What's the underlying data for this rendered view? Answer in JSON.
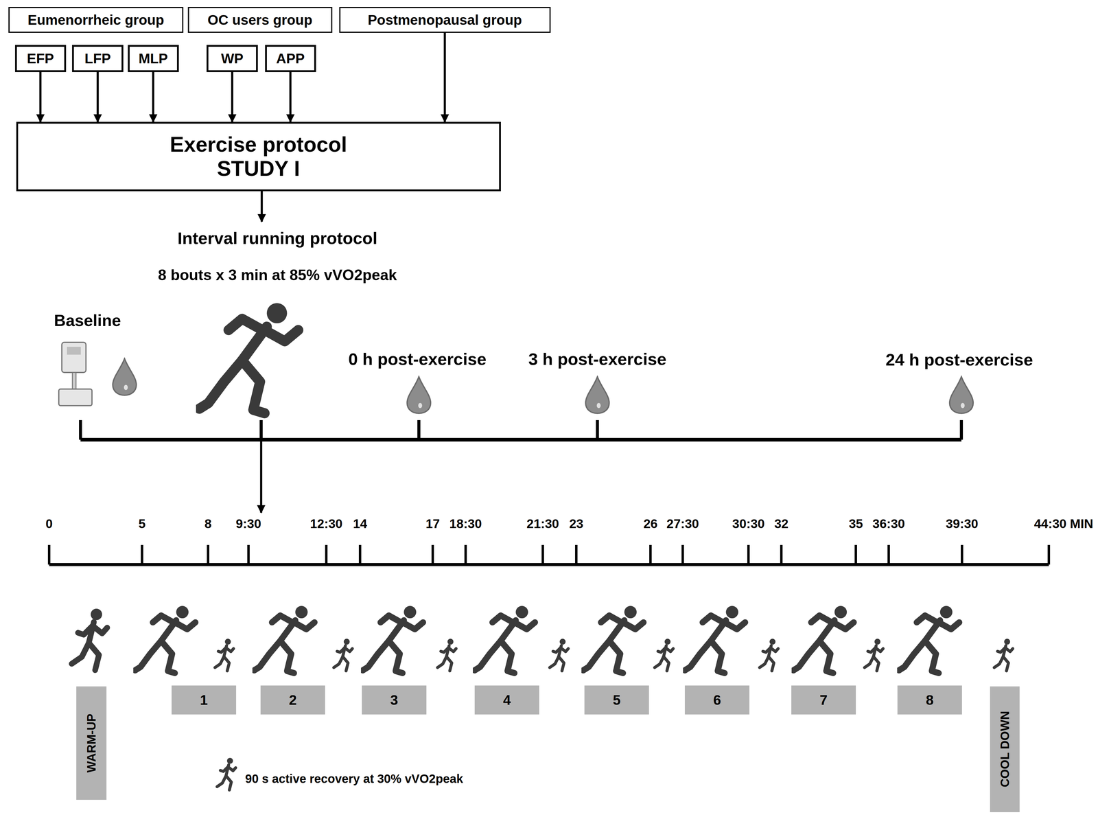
{
  "diagram": {
    "nodes": [
      {
        "text": [
          "Eumenorrheic group"
        ]
      },
      {
        "text": [
          "OC users group"
        ]
      },
      {
        "text": [
          "Postmenopausal group"
        ]
      },
      {
        "text": [
          "EFP"
        ]
      },
      {
        "text": [
          "LFP"
        ]
      },
      {
        "text": [
          "MLP"
        ]
      },
      {
        "text": [
          "WP"
        ]
      },
      {
        "text": [
          "APP"
        ]
      },
      {
        "text": [
          "Exercise protocol",
          "STUDY I"
        ]
      },
      {
        "text": [
          "WARM-UP"
        ]
      },
      {
        "text": [
          "1"
        ]
      },
      {
        "text": [
          "2"
        ]
      },
      {
        "text": [
          "3"
        ]
      },
      {
        "text": [
          "4"
        ]
      },
      {
        "text": [
          "5"
        ]
      },
      {
        "text": [
          "6"
        ]
      },
      {
        "text": [
          "7"
        ]
      },
      {
        "text": [
          "8"
        ]
      },
      {
        "text": [
          "COOL DOWN"
        ]
      }
    ],
    "edges": [
      {
        "from": 3,
        "to": 8,
        "arrow": "to"
      },
      {
        "from": 4,
        "to": 8,
        "arrow": "to"
      },
      {
        "from": 5,
        "to": 8,
        "arrow": "to"
      },
      {
        "from": 6,
        "to": 8,
        "arrow": "to"
      },
      {
        "from": 7,
        "to": 8,
        "arrow": "to"
      },
      {
        "from": 2,
        "to": 8,
        "arrow": "to"
      }
    ],
    "labels": [
      "Interval running protocol",
      "8 bouts x 3 min at 85% vVO2peak",
      "Baseline",
      "0 h post-exercise",
      "3 h post-exercise",
      "24 h post-exercise",
      "0",
      "5",
      "8",
      "9:30",
      "12:30",
      "14",
      "17",
      "18:30",
      "21:30",
      "23",
      "26",
      "27:30",
      "30:30",
      "32",
      "35",
      "36:30",
      "39:30",
      "44:30 MIN",
      "90 s active recovery at 30% vVO2peak"
    ]
  }
}
